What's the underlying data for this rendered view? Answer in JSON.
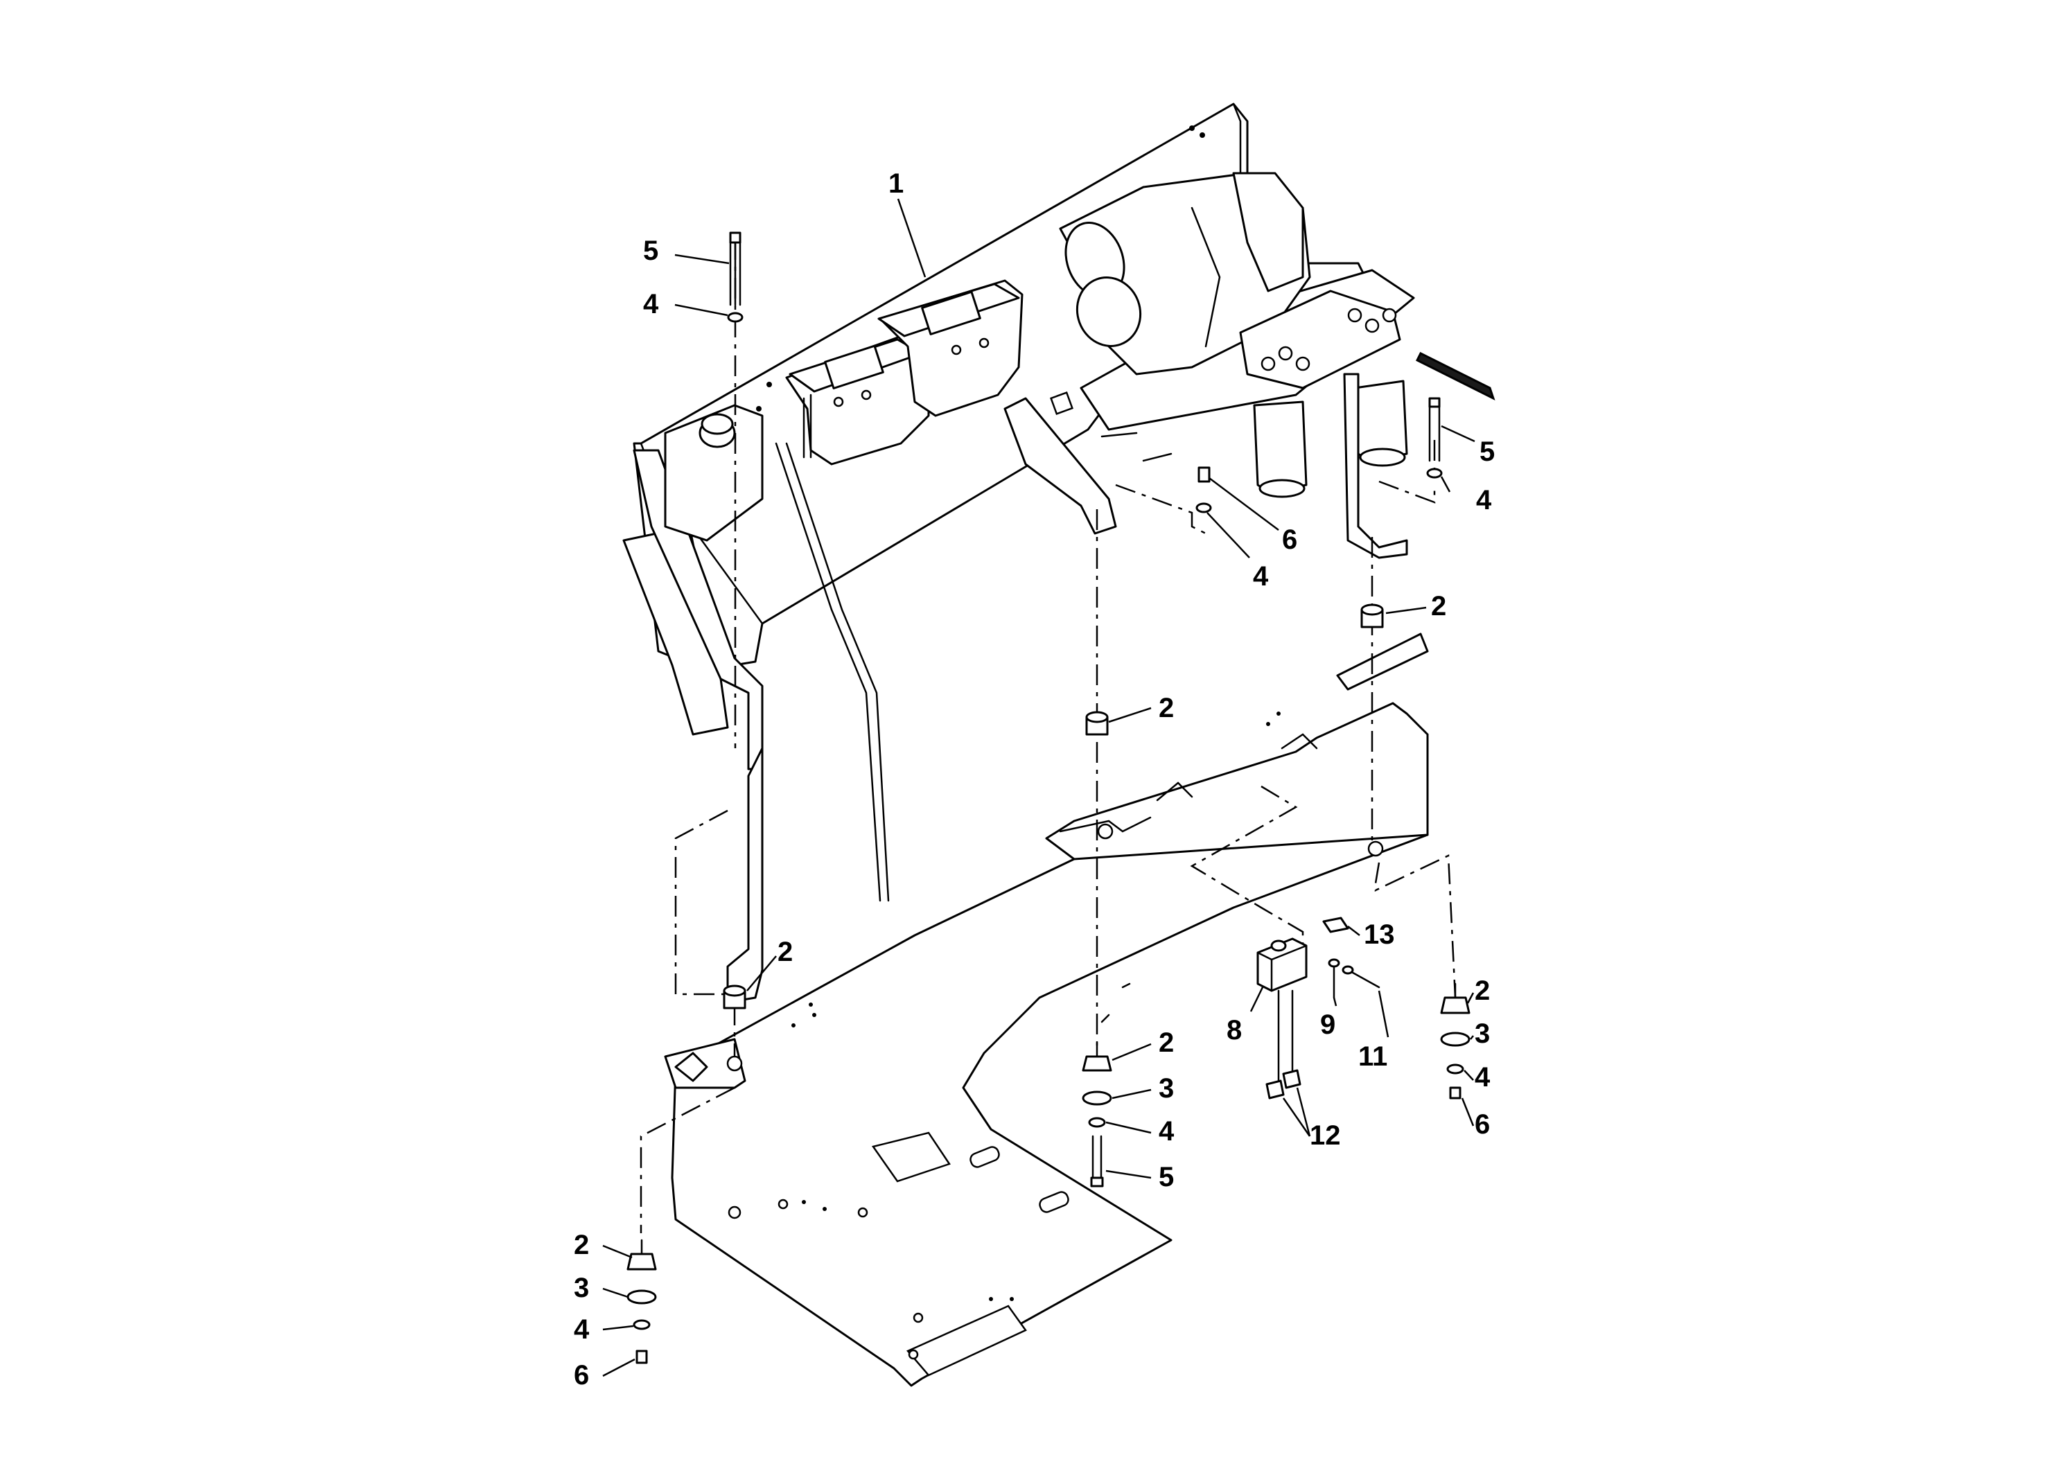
{
  "callouts": {
    "c1": "1",
    "c2": "2",
    "c3": "3",
    "c4": "4",
    "c5": "5",
    "c6": "6",
    "c8": "8",
    "c9": "9",
    "c11": "11",
    "c12": "12",
    "c13": "13"
  },
  "colors": {
    "line": "#000000",
    "background": "#ffffff"
  }
}
